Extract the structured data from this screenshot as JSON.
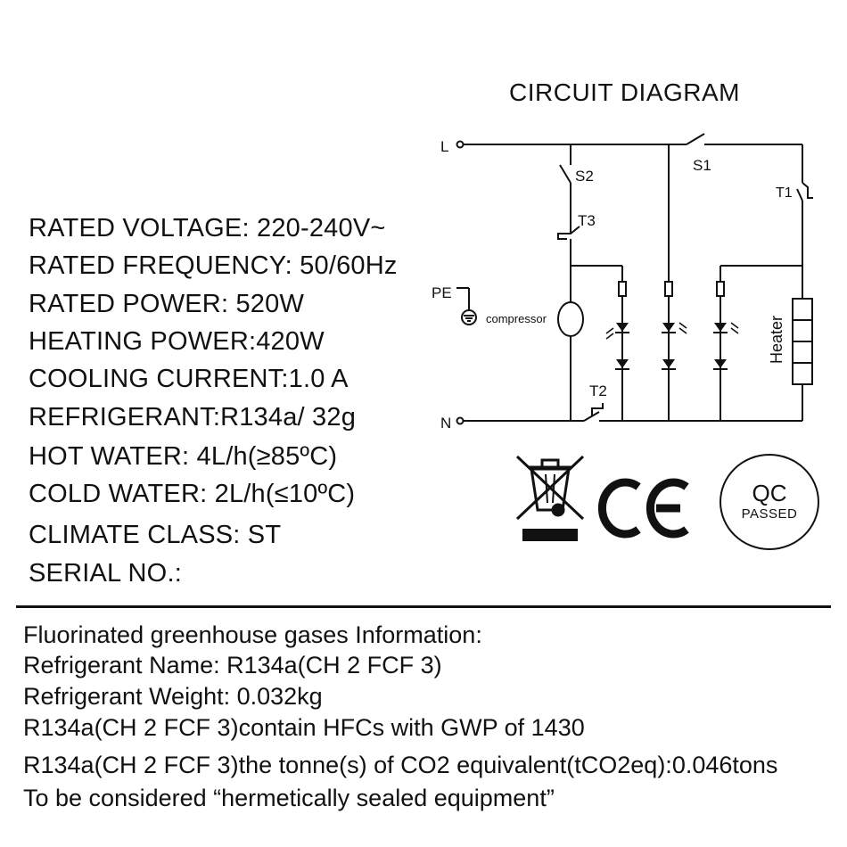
{
  "specs": [
    "RATED VOLTAGE: 220-240V~",
    "RATED FREQUENCY: 50/60Hz",
    "RATED POWER: 520W",
    "HEATING POWER:420W",
    "COOLING CURRENT:1.0 A",
    "REFRIGERANT:R134a/ 32g",
    "HOT WATER: 4L/h(≥85ºC)",
    "COLD WATER: 2L/h(≤10ºC)",
    "CLIMATE CLASS: ST",
    "SERIAL NO.:"
  ],
  "circuit": {
    "title": "CIRCUIT DIAGRAM",
    "labels": {
      "line": "L",
      "neutral": "N",
      "earth": "PE",
      "s1": "S1",
      "s2": "S2",
      "t1": "T1",
      "t2": "T2",
      "t3": "T3",
      "compressor": "compressor",
      "heater": "Heater"
    }
  },
  "marks": {
    "weee_icon": "crossed-out-wheelie-bin-icon",
    "ce_icon": "ce-mark-icon",
    "qc_top": "QC",
    "qc_bottom": "PASSED"
  },
  "info_lines": [
    "Fluorinated greenhouse gases Information:",
    "Refrigerant Name: R134a(CH 2 FCF 3)",
    "Refrigerant Weight: 0.032kg",
    "R134a(CH 2 FCF 3)contain HFCs with GWP of 1430",
    "R134a(CH 2 FCF 3)the tonne(s) of CO2 equivalent(tCO2eq):0.046tons",
    "To be considered “hermetically sealed equipment”"
  ]
}
